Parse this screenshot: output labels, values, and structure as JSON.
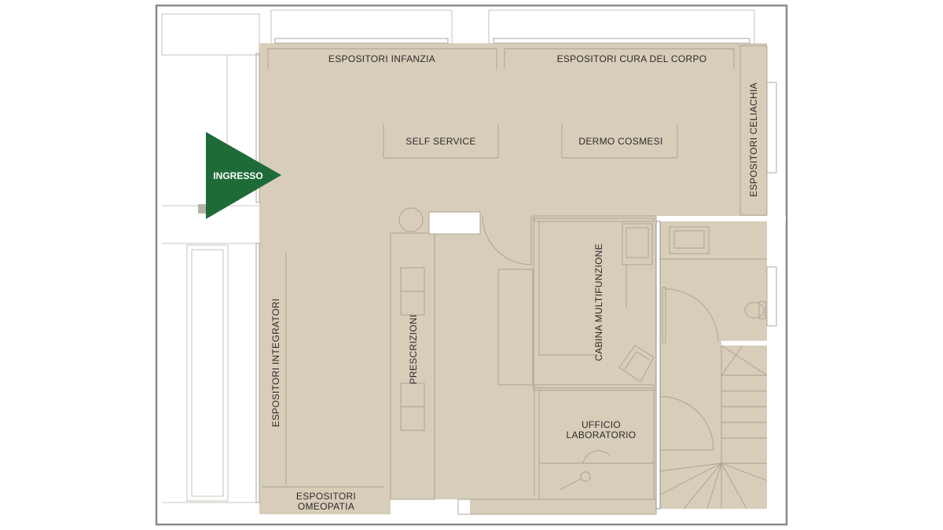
{
  "colors": {
    "floor": "#d8cdb9",
    "wall": "#8a8a8a",
    "fixture_line": "#a79f92",
    "entrance_arrow": "#1e6b38",
    "label_text": "#2b2b2b"
  },
  "labels": {
    "espositori_infanzia": "ESPOSITORI INFANZIA",
    "espositori_cura_corpo": "ESPOSITORI CURA DEL CORPO",
    "espositori_celiachia": "ESPOSITORI CELIACHIA",
    "self_service": "SELF SERVICE",
    "dermo_cosmesi": "DERMO COSMESI",
    "ingresso": "INGRESSO",
    "espositori_integratori": "ESPOSITORI INTEGRATORI",
    "prescrizioni": "PRESCRIZIONI",
    "cabina_multifunzione": "CABINA MULTIFUNZIONE",
    "ufficio_line1": "UFFICIO",
    "ufficio_line2": "LABORATORIO",
    "omeopatia_line1": "ESPOSITORI",
    "omeopatia_line2": "OMEOPATIA"
  }
}
